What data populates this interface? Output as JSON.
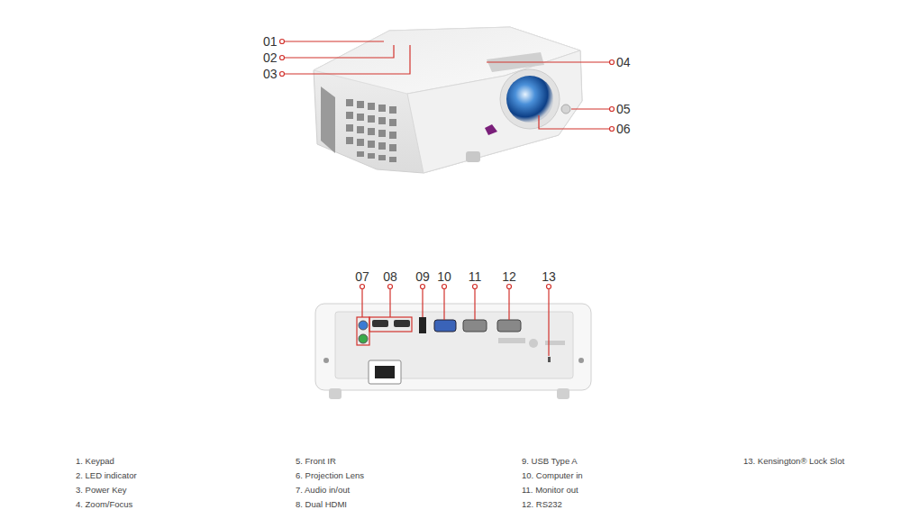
{
  "diagram": {
    "labels": [
      "01",
      "02",
      "03",
      "04",
      "05",
      "06",
      "07",
      "08",
      "09",
      "10",
      "11",
      "12",
      "13",
      "1. Keypad",
      "2. LED indicator",
      "3. Power Key",
      "4. Zoom/Focus",
      "5. Front IR",
      "6. Projection Lens",
      "7. Audio in/out",
      "8. Dual HDMI",
      "9. USB Type A",
      "10. Computer in",
      "11. Monitor out",
      "12. RS232",
      "13. Kensington® Lock Slot"
    ]
  }
}
